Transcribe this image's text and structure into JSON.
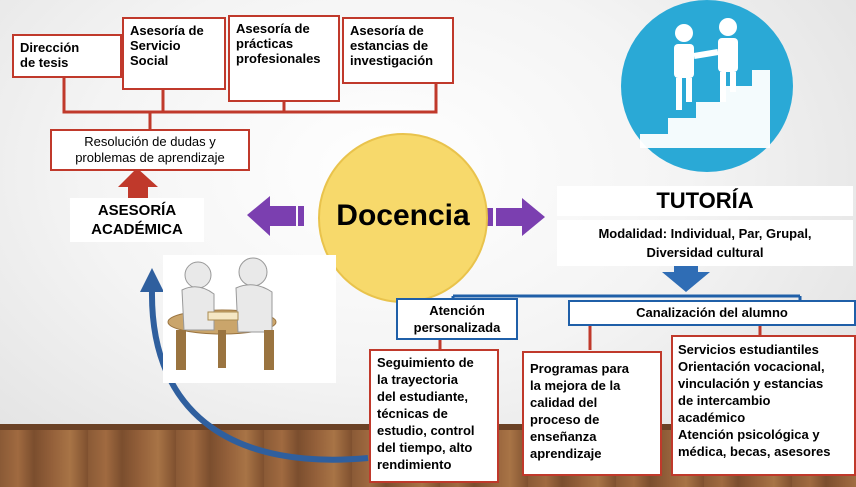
{
  "top_boxes": [
    {
      "label": "Dirección\nde tesis"
    },
    {
      "label": "Asesoría de\nServicio\nSocial"
    },
    {
      "label": "Asesoría de\nprácticas\nprofesionales"
    },
    {
      "label": "Asesoría de\nestancias de\ninvestigación"
    }
  ],
  "dudas_box": {
    "label": "Resolución de dudas y\nproblemas de aprendizaje"
  },
  "asesoria_academica": {
    "label": "ASESORÍA\nACADÉMICA"
  },
  "center": {
    "label": "Docencia"
  },
  "tutoria": {
    "title": "TUTORÍA",
    "modalidad": "Modalidad: Individual, Par, Grupal,\nDiversidad cultural"
  },
  "atencion": {
    "label": "Atención\npersonalizada"
  },
  "canalizacion": {
    "label": "Canalización del alumno"
  },
  "bottom_boxes": [
    {
      "label": "Seguimiento de\nla trayectoria\ndel estudiante,\ntécnicas de\nestudio, control\ndel tiempo, alto\nrendimiento"
    },
    {
      "label": "Programas para\nla mejora de la\ncalidad del\nproceso de\nenseñanza\naprendizaje"
    },
    {
      "label": "Servicios estudiantiles\nOrientación vocacional,\nvinculación y estancias\nde intercambio\nacadémico\nAtención psicológica y\nmédica, becas, asesores"
    }
  ],
  "colors": {
    "red": "#c0392b",
    "blue": "#1f5fa8",
    "purple": "#7b3fb0",
    "circle": "#f7d96b",
    "teal": "#2aa9d6"
  },
  "icons": [
    "handshake-stairs-icon",
    "study-people-icon"
  ]
}
